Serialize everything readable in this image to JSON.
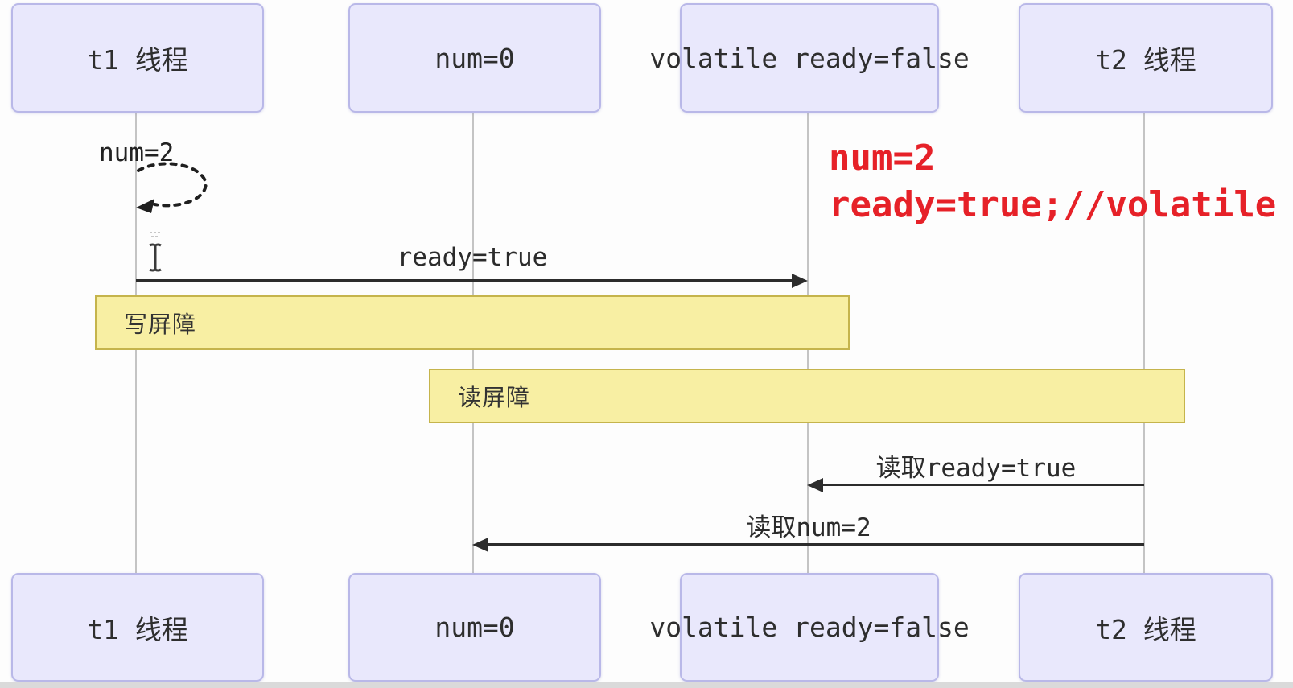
{
  "diagram": {
    "type": "sequence-diagram",
    "topic": "volatile write/read memory barriers between two threads",
    "actors": [
      {
        "label": "t1 线程"
      },
      {
        "label": "num=0"
      },
      {
        "label": "volatile ready=false"
      },
      {
        "label": "t2 线程"
      }
    ],
    "messages": {
      "self_loop_label": "num=2",
      "write_ready": "ready=true",
      "read_ready": "读取ready=true",
      "read_num": "读取num=2"
    },
    "barriers": {
      "write": "写屏障",
      "read": "读屏障"
    },
    "annotation": {
      "line1": "num=2",
      "line2": "ready=true;//volatile",
      "color": "#e62128"
    },
    "colors": {
      "actor_fill": "#e9e8fc",
      "actor_border": "#b9b8e8",
      "barrier_fill": "#f8efa3",
      "barrier_border": "#c5b44c",
      "lifeline": "#c4c4c4",
      "arrow": "#2c2c2c",
      "background": "#fdfdfd"
    },
    "icons": {
      "cursor": "text-ibeam-cursor",
      "self_loop": "dashed-self-loop-arrow"
    }
  }
}
